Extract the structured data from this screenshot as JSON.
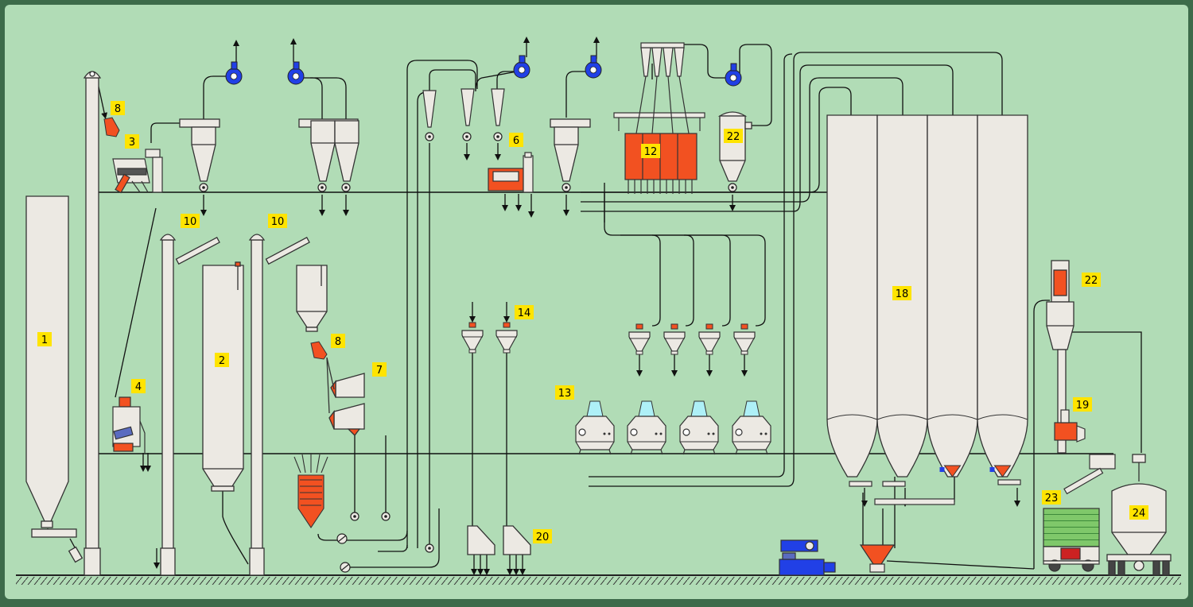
{
  "colors": {
    "background": "#b1dcb6",
    "frame": "#3d6b4a",
    "equipment_fill": "#ece9e3",
    "equipment_stroke": "#333333",
    "label_fill": "#ffe400",
    "accent_red": "#f25121",
    "fan_blue": "#2140e6",
    "screen_cyan": "#aef0f7",
    "truck_green": "#7fc86a"
  },
  "labels": {
    "silo_1": "1",
    "silo_2": "2",
    "cleaner_3": "3",
    "destoner_4": "4",
    "scourer_6": "6",
    "huller_7": "7",
    "scale_8_top": "8",
    "scale_8_mid": "8",
    "conveyor_10_left": "10",
    "conveyor_10_right": "10",
    "filter_12": "12",
    "mills_13": "13",
    "sifters_14": "14",
    "bins_18": "18",
    "packer_19": "19",
    "dischargers_20": "20",
    "cyclone_22_top": "22",
    "cyclone_22_right": "22",
    "truck_23": "23",
    "tanker_24": "24"
  },
  "icons": [
    "fan-icon",
    "exhaust-arrow-icon",
    "rotary-valve-icon",
    "ground-icon"
  ]
}
